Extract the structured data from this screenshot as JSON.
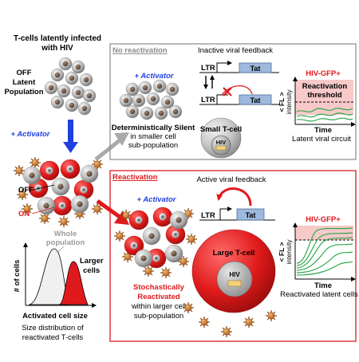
{
  "left": {
    "title_line1": "T-cells latently infected",
    "title_line2": "with HIV",
    "off_line1": "OFF",
    "off_line2": "Latent",
    "off_line3": "Population",
    "activator": "+ Activator",
    "off_label": "OFF",
    "on_label": "ON",
    "whole_line1": "Whole",
    "whole_line2": "population",
    "larger_line1": "Larger",
    "larger_line2": "cells",
    "y_axis": "# of cells",
    "x_axis": "Activated cell size",
    "caption_line1": "Size distribution of",
    "caption_line2": "reactivated T-cells"
  },
  "top_panel": {
    "header": "No reactivation",
    "activator": "+ Activator",
    "feedback_title": "Inactive viral feedback",
    "ltr": "LTR",
    "tat": "Tat",
    "silent_line1": "Deterministically Silent",
    "silent_line2": "in smaller cell",
    "silent_line3": "sub-population",
    "cell_label": "Small T-cell",
    "hiv": "HIV",
    "plot_title": "HIV-GFP+",
    "threshold_line1": "Reactivation",
    "threshold_line2": "threshold",
    "y_axis": "< FL >",
    "y_axis2": "intensity",
    "x_axis": "Time",
    "caption": "Latent viral circuit"
  },
  "bottom_panel": {
    "header": "Reactivation",
    "activator": "+ Activator",
    "feedback_title": "Active viral feedback",
    "ltr": "LTR",
    "tat": "Tat",
    "stoch_line1": "Stochastically",
    "stoch_line2": "Reactivated",
    "stoch_line3": "within larger cell",
    "stoch_line4": "sub-population",
    "cell_label": "Large T-cell",
    "hiv": "HIV",
    "plot_title": "HIV-GFP+",
    "y_axis": "< FL >",
    "y_axis2": "intensity",
    "x_axis": "Time",
    "caption": "Reactivated latent cells"
  },
  "colors": {
    "red": "#e0191c",
    "blue": "#1f3fe0",
    "gray_arrow": "#aaaaaa",
    "green": "#2fa84a",
    "tat_box": "#9db9dd",
    "pink_zone": "#f7c9c9"
  }
}
